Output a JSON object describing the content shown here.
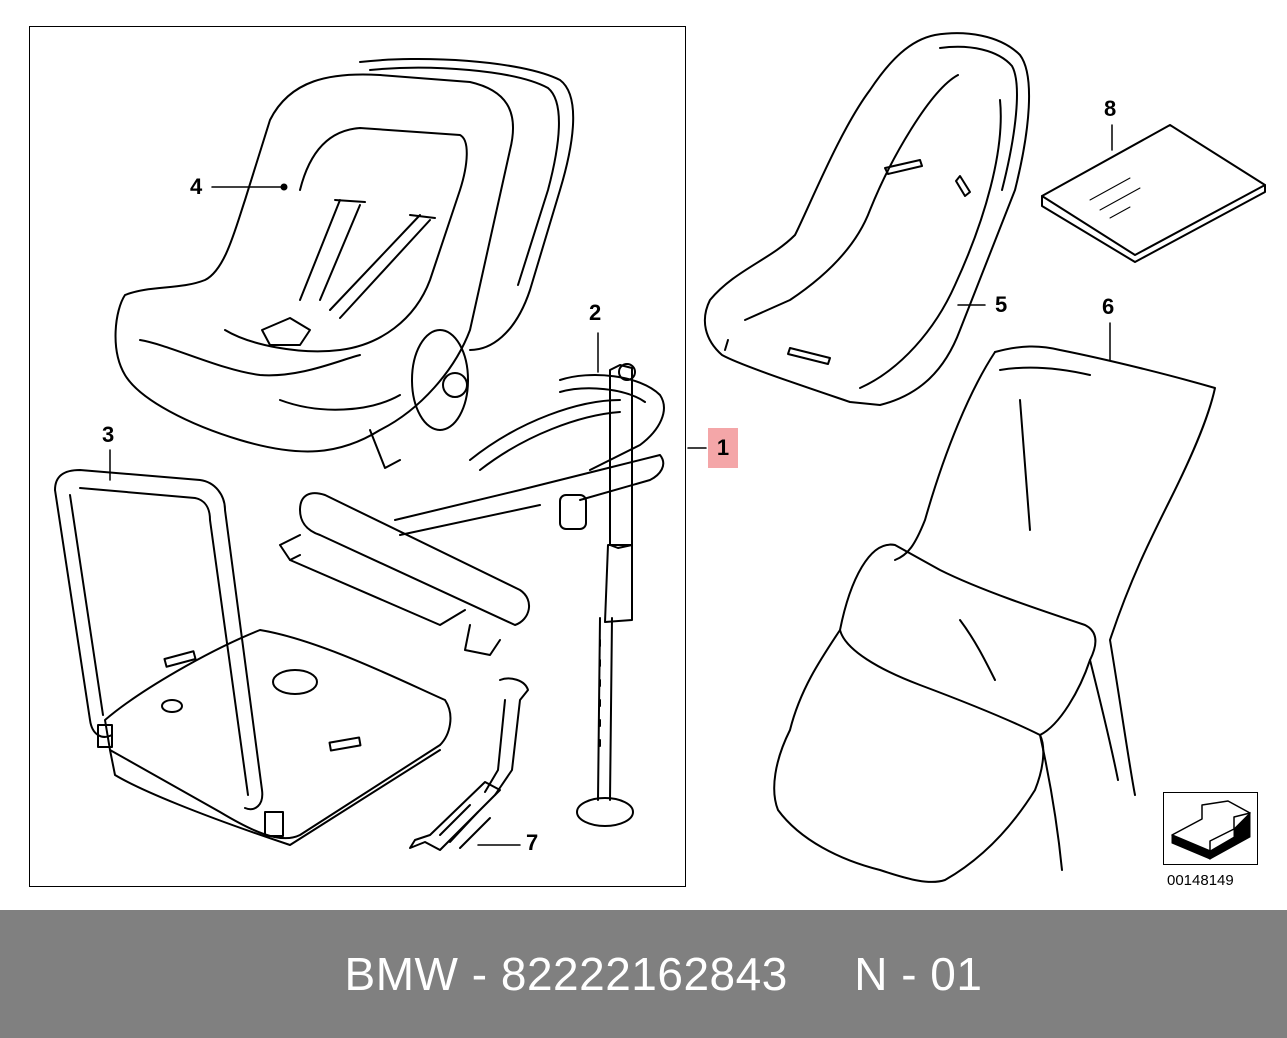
{
  "diagram": {
    "callouts": {
      "c1": "1",
      "c2": "2",
      "c3": "3",
      "c4": "4",
      "c5": "5",
      "c6": "6",
      "c7": "7",
      "c8": "8"
    },
    "highlight_color": "#f4a6a8",
    "reference_code": "00148149",
    "icons": [
      "arrow-orientation-icon"
    ]
  },
  "footer": {
    "brand": "BMW",
    "separator": "-",
    "part_number": "82222162843",
    "page_ref": "N - 01",
    "background_color": "#808080"
  }
}
